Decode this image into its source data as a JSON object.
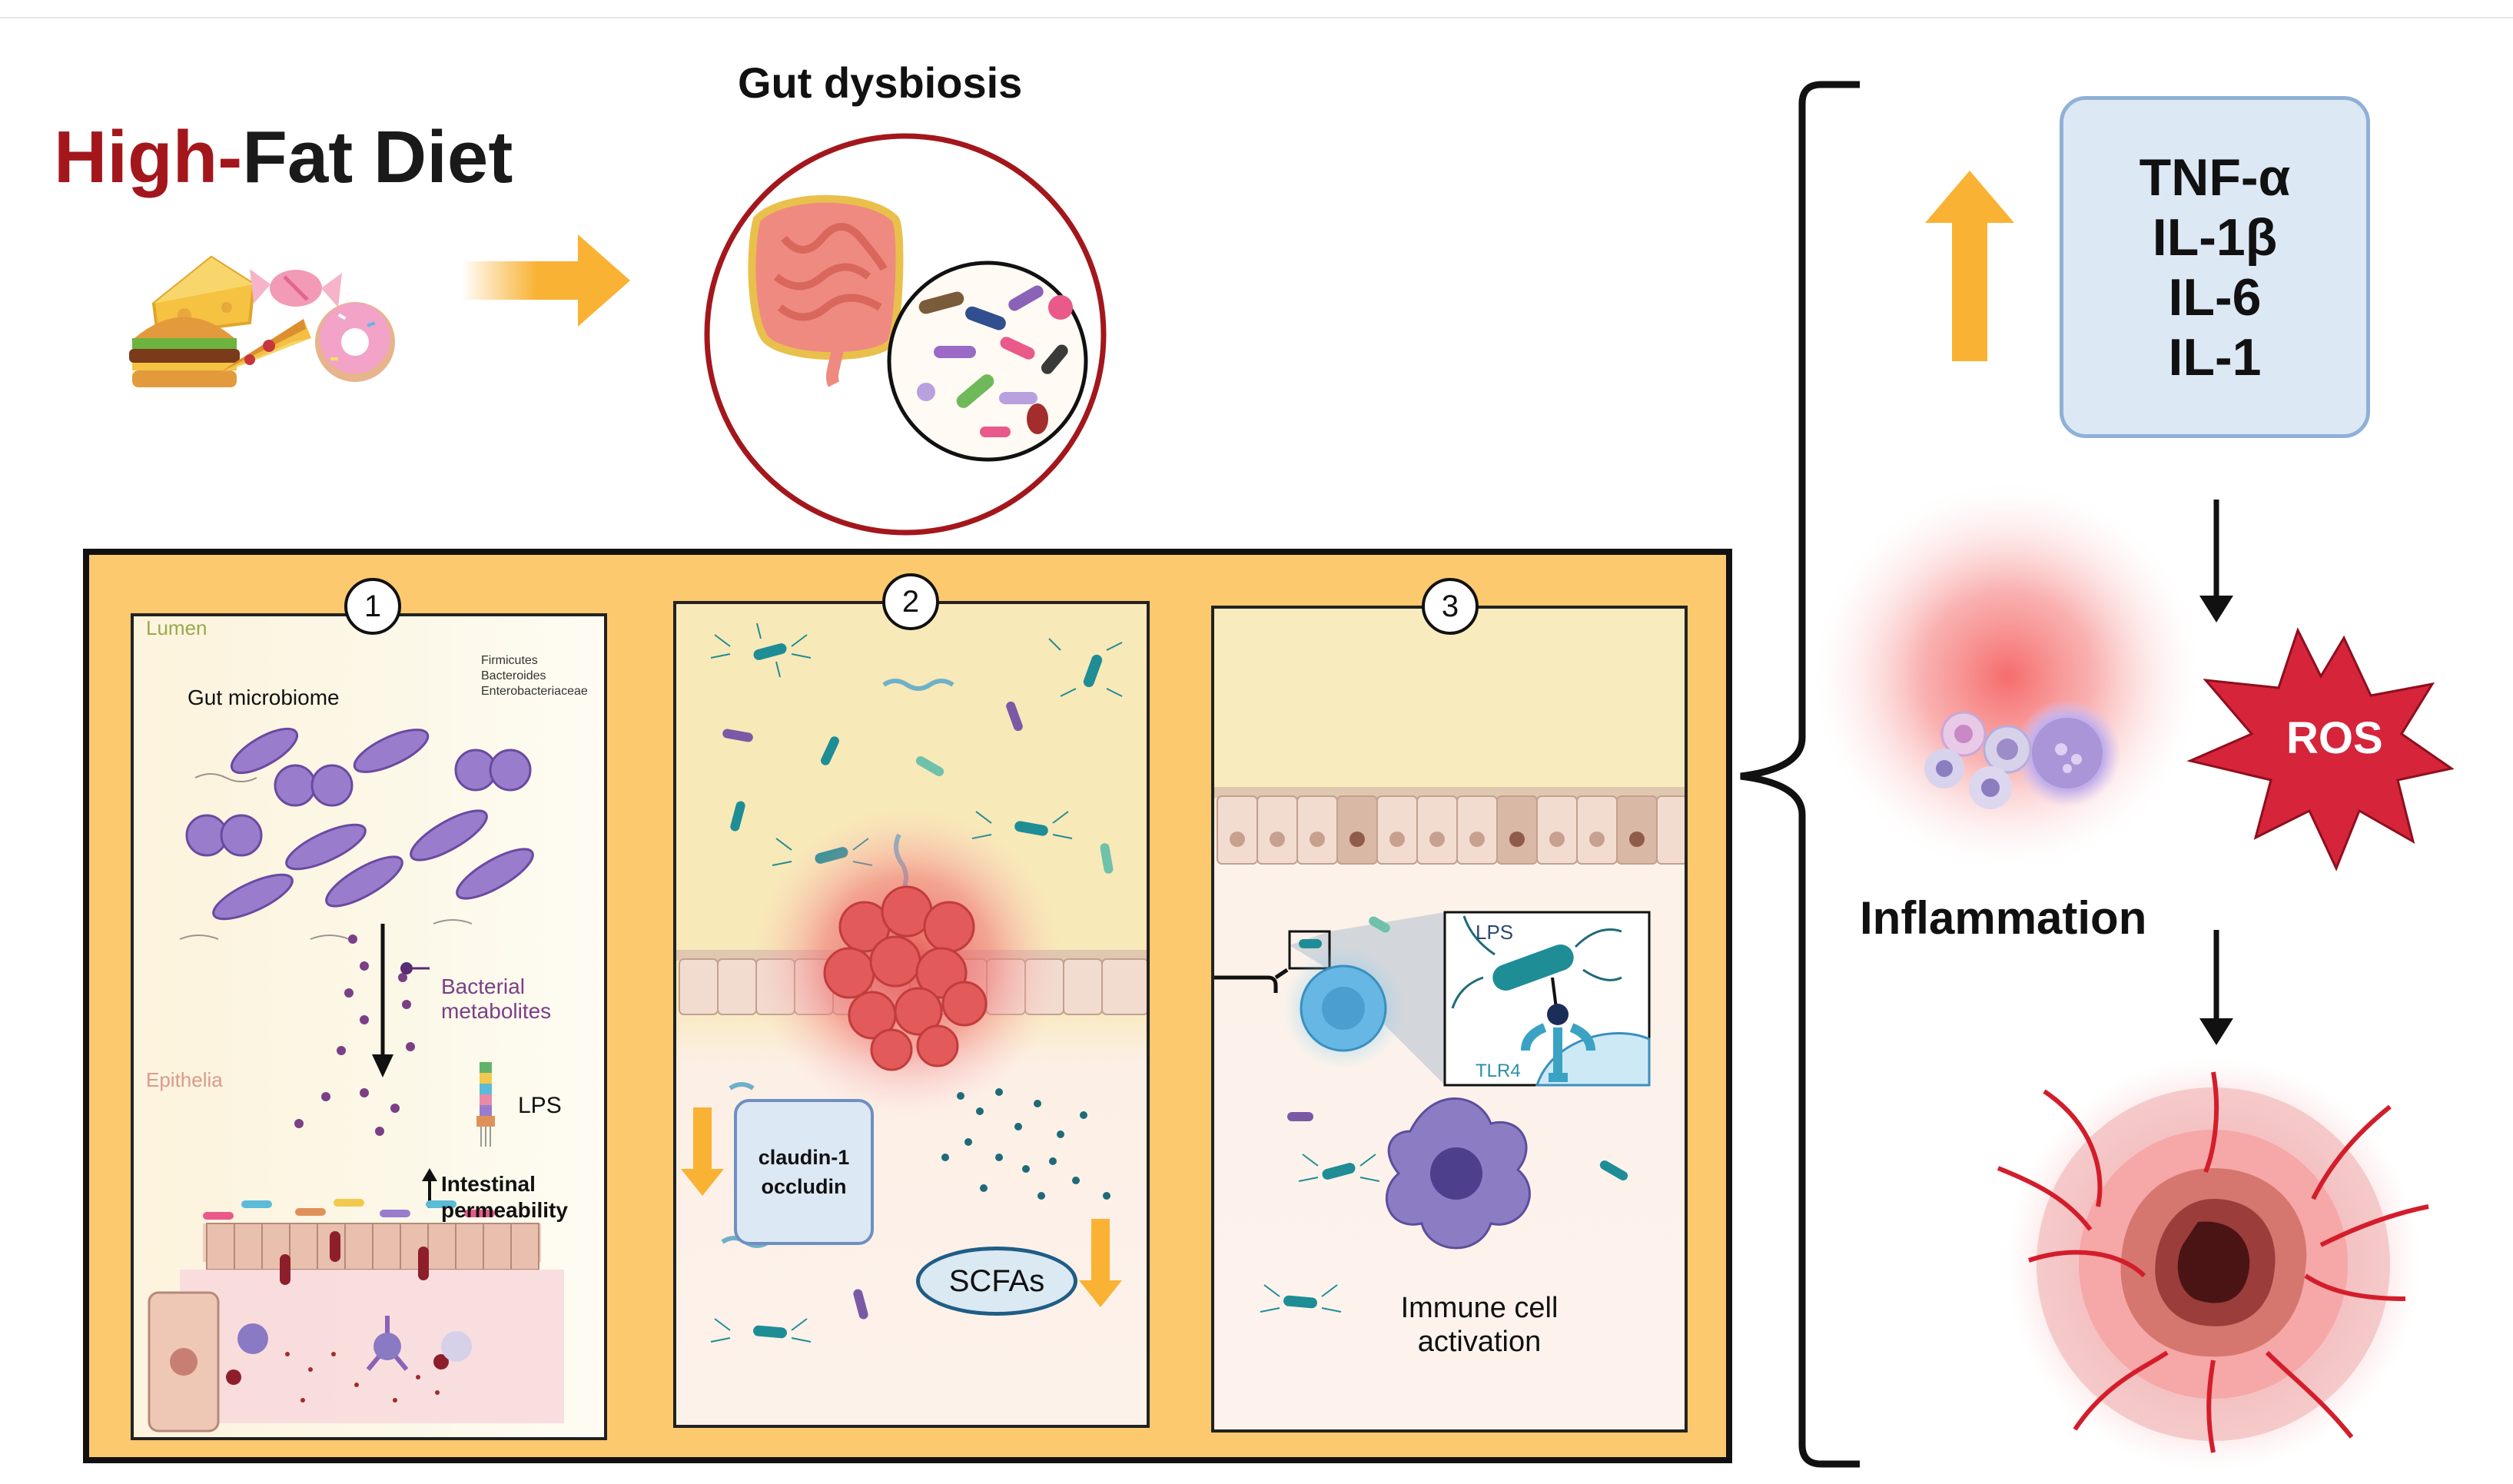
{
  "header": {
    "diet_title_part1": "High-",
    "diet_title_part2": "Fat Diet",
    "dysbiosis_title": "Gut dysbiosis"
  },
  "cytokines": [
    "TNF-α",
    "IL-1β",
    "IL-6",
    "IL-1"
  ],
  "outcomes": {
    "ros": "ROS",
    "inflammation": "Inflammation"
  },
  "panels": [
    {
      "number": "1",
      "labels": {
        "lumen": "Lumen",
        "microbiome": "Gut microbiome",
        "taxa": [
          "Firmicutes",
          "Bacteroides",
          "Enterobacteriaceae"
        ],
        "metabolites_line1": "Bacterial",
        "metabolites_line2": "metabolites",
        "epithelia": "Epithelia",
        "lps": "LPS",
        "permeability_line1": "Intestinal",
        "permeability_line2": "permeability"
      }
    },
    {
      "number": "2",
      "labels": {
        "claudin": "claudin-1",
        "occludin": "occludin",
        "scfas": "SCFAs"
      }
    },
    {
      "number": "3",
      "labels": {
        "lps": "LPS",
        "tlr4": "TLR4",
        "activation_line1": "Immune cell",
        "activation_line2": "activation"
      }
    }
  ],
  "colors": {
    "accent_red": "#a3171c",
    "arrow_orange": "#f9b233",
    "panel_background": "#fcc96e",
    "bacteria_purple": "#8a63b8",
    "bacteria_teal": "#1f8d96",
    "ros_red": "#d6243a"
  },
  "icons": [
    "cheese-icon",
    "candy-icon",
    "burger-icon",
    "pizza-icon",
    "donut-icon",
    "intestine-icon",
    "bacteria-icon",
    "tumor-icon",
    "immune-cell-icon",
    "receptor-icon"
  ]
}
